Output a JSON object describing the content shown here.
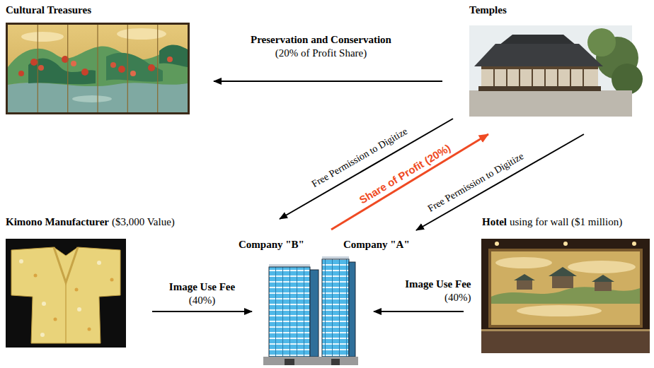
{
  "diagram": {
    "nodes": [
      {
        "text": [
          "Cultural Treasures"
        ]
      },
      {
        "text": [
          "Temples"
        ]
      },
      {
        "text": [
          "Kimono Manufacturer",
          "($3,000 Value)"
        ]
      },
      {
        "text": [
          "Company \"B\""
        ]
      },
      {
        "text": [
          "Company \"A\""
        ]
      },
      {
        "text": [
          "Hotel",
          "using for wall ($1 million)"
        ]
      }
    ],
    "edges": [
      {
        "from": 1,
        "to": 0,
        "arrow": "to",
        "label": "Preservation and Conservation (20% of Profit Share)"
      },
      {
        "from": 1,
        "to": 3,
        "arrow": "to",
        "label": "Free Permission to Digitize"
      },
      {
        "from": 4,
        "to": 1,
        "arrow": "to",
        "label": "Share of Profit (20%)"
      },
      {
        "from": 1,
        "to": 4,
        "arrow": "to",
        "label": "Free Permission to Digitize"
      },
      {
        "from": 2,
        "to": 3,
        "arrow": "to",
        "label": "Image Use Fee (40%)"
      },
      {
        "from": 5,
        "to": 4,
        "arrow": "to",
        "label": "Image Use Fee (40%)"
      }
    ]
  }
}
